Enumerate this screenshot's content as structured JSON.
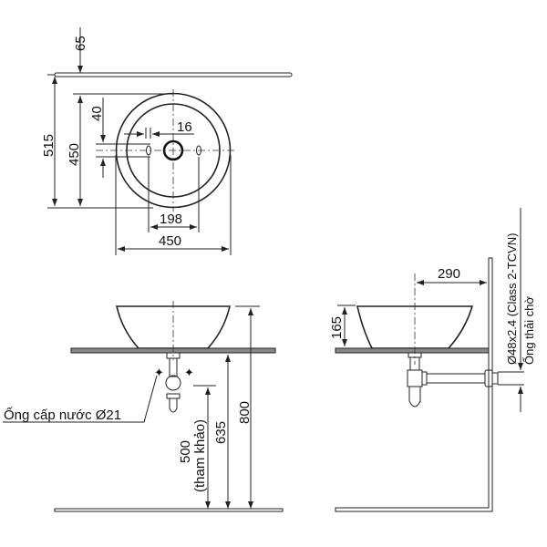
{
  "top_view": {
    "dim_counter_offset": "65",
    "dim_depth_total": "515",
    "dim_basin_depth": "450",
    "dim_faucet_offset": "40",
    "dim_faucet_hole": "16",
    "dim_faucet_spacing": "198",
    "dim_basin_width": "450"
  },
  "front_view": {
    "dim_total_height": "800",
    "dim_counter_height": "635",
    "dim_supply_height": "500",
    "dim_supply_note": "(tham khảo)",
    "supply_pipe_label": "Ống cấp nước Ø21"
  },
  "side_view": {
    "dim_wall_offset": "290",
    "dim_basin_height": "165",
    "drain_spec": "Ø48x2.4 (Class 2-TCVN)",
    "drain_label": "Ống thải chờ"
  }
}
